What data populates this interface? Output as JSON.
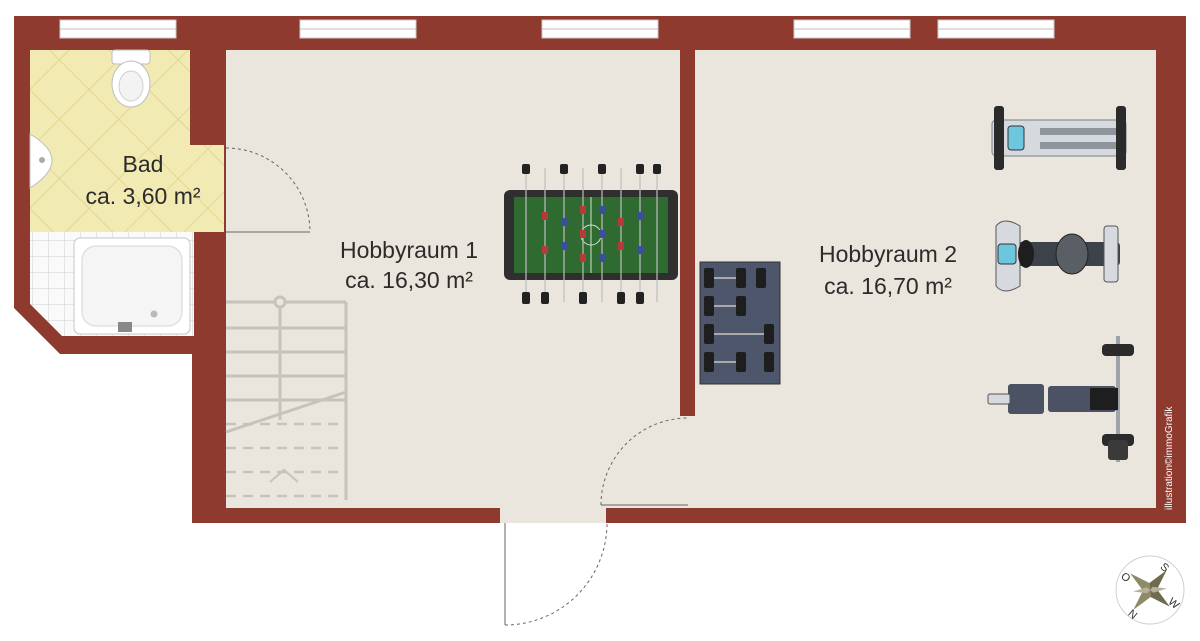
{
  "plan": {
    "rooms": [
      {
        "id": "bad",
        "name": "Bad",
        "area": "ca. 3,60 m²"
      },
      {
        "id": "hobby1",
        "name": "Hobbyraum 1",
        "area": "ca. 16,30 m²"
      },
      {
        "id": "hobby2",
        "name": "Hobbyraum 2",
        "area": "ca. 16,70 m²"
      }
    ],
    "credit": "illustration©immoGrafik",
    "compass": {
      "n": "N",
      "s": "S",
      "o": "O",
      "w": "W"
    }
  },
  "colors": {
    "wall": "#8e3a2f",
    "floor_hobby": "#ebe6dd",
    "floor_bath": "#f1ebb3",
    "tile_lines": "#d9cc7c",
    "window_frame": "#d8d8d8"
  },
  "icons": [
    "toilet-icon",
    "sink-icon",
    "bathtub-icon",
    "foosball-table-icon",
    "dumbbell-rack-icon",
    "elliptical-trainer-icon",
    "exercise-bike-icon",
    "weight-bench-icon",
    "staircase-icon",
    "compass-icon"
  ]
}
